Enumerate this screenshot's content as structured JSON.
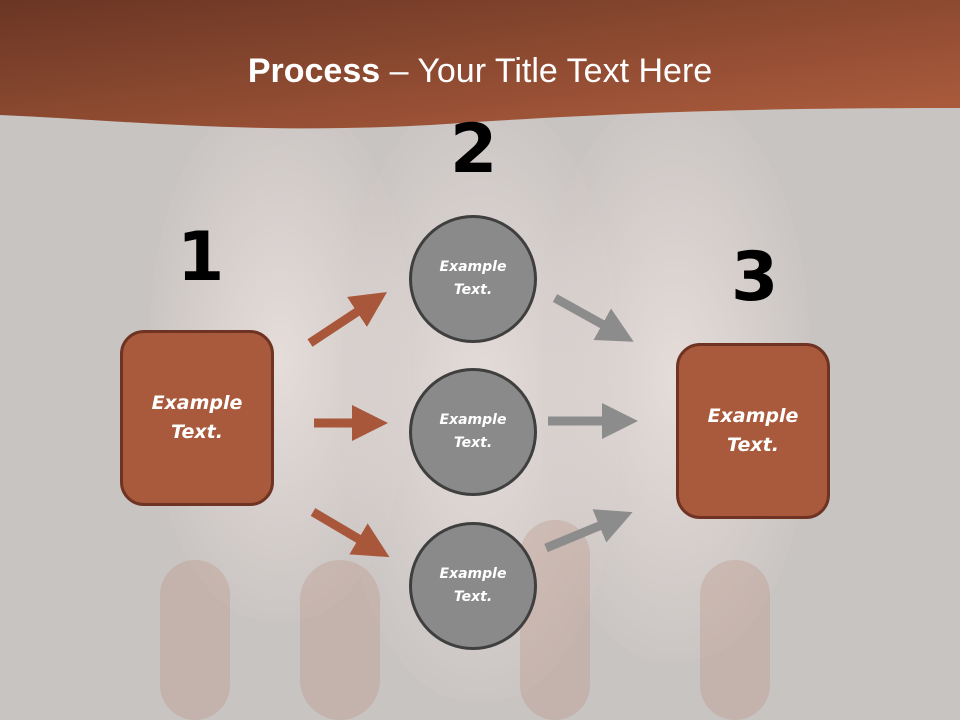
{
  "slide": {
    "title_bold": "Process",
    "title_rest": " – Your Title Text Here",
    "colors": {
      "banner": "#a95a3c",
      "box": "#a95a3c",
      "circle": "#8a8a8a",
      "arrow_orange": "#a9573a",
      "arrow_grey": "#8c8c8c"
    }
  },
  "steps": {
    "numbers": [
      "1",
      "2",
      "3"
    ],
    "box_left": "Example Text.",
    "box_right": "Example Text.",
    "circles": [
      "Example Text.",
      "Example Text.",
      "Example Text."
    ]
  }
}
